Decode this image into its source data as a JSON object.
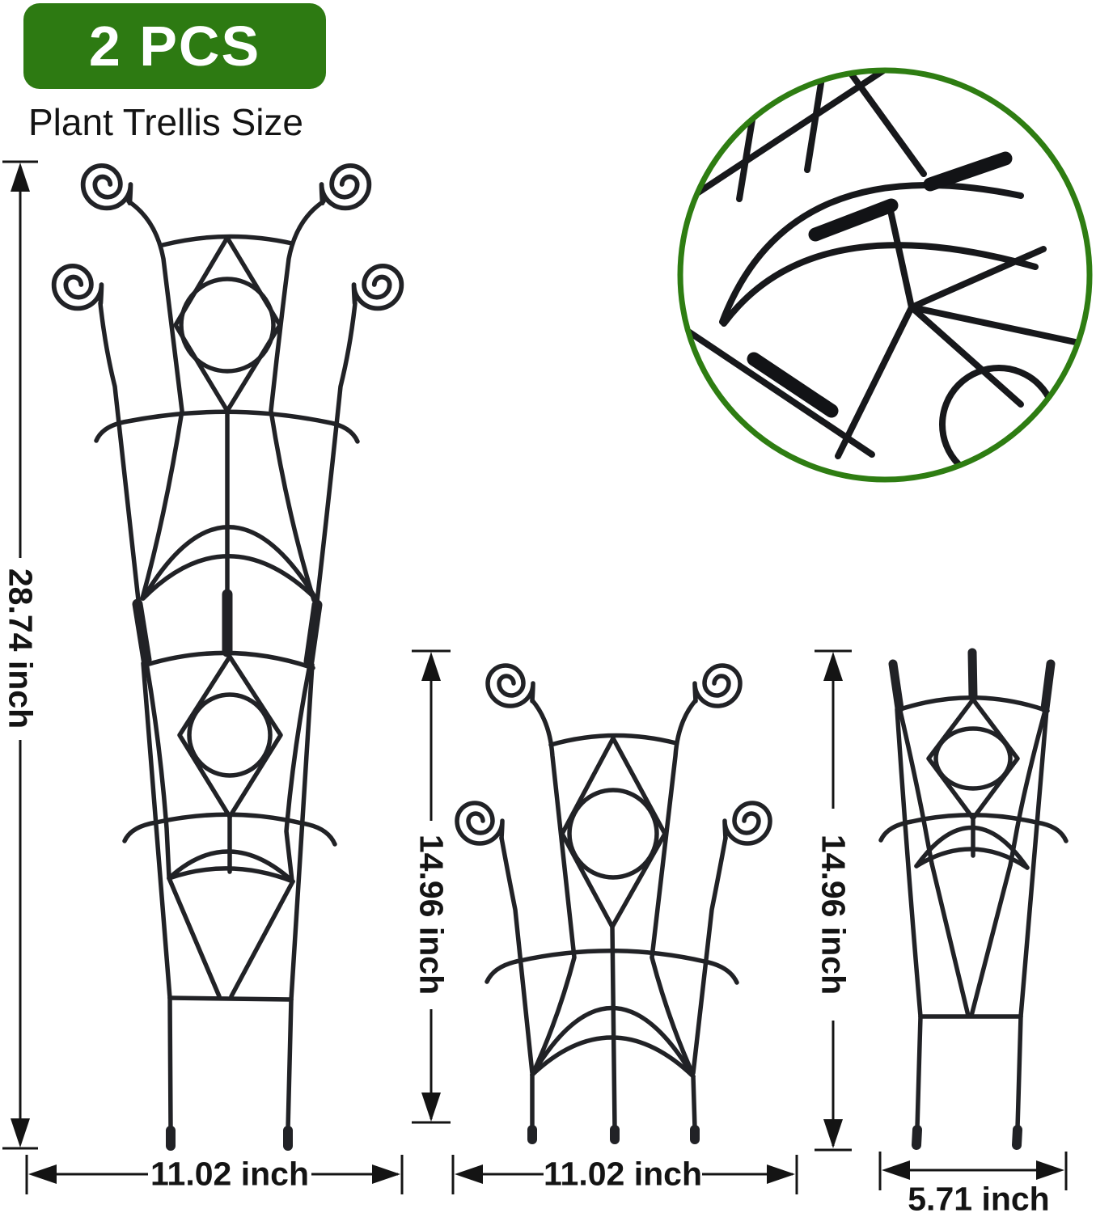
{
  "badge": {
    "label": "2 PCS"
  },
  "heading": "Plant Trellis Size",
  "colors": {
    "badge_green": "#2d7a12",
    "ring_green": "#2e7d12",
    "wire": "#212226",
    "text": "#141414"
  },
  "trellises": {
    "large": {
      "height_label": "28.74 inch",
      "width_label": "11.02 inch"
    },
    "medium": {
      "height_label": "14.96 inch",
      "width_label": "11.02 inch"
    },
    "small": {
      "height_label": "14.96 inch",
      "width_label": "5.71 inch"
    }
  }
}
